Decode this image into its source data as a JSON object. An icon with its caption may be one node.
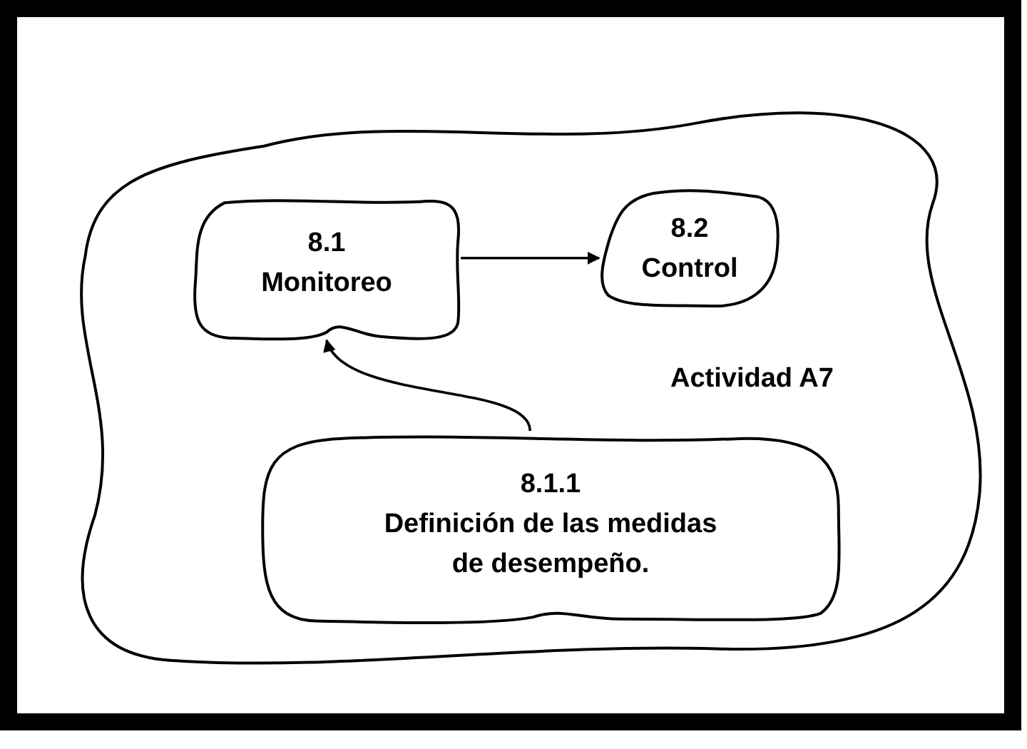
{
  "diagram": {
    "nodes": [
      {
        "text": [
          "Actividad A7"
        ]
      },
      {
        "text": [
          "8.1",
          "Monitoreo"
        ],
        "in": 0
      },
      {
        "text": [
          "8.2",
          "Control"
        ],
        "in": 0
      },
      {
        "text": [
          "8.1.1",
          "Definición de las medidas de desempeño."
        ],
        "in": 0
      }
    ],
    "edges": [
      {
        "from": 1,
        "to": 2,
        "arrow": "to"
      },
      {
        "from": 3,
        "to": 1,
        "arrow": "to"
      }
    ]
  }
}
